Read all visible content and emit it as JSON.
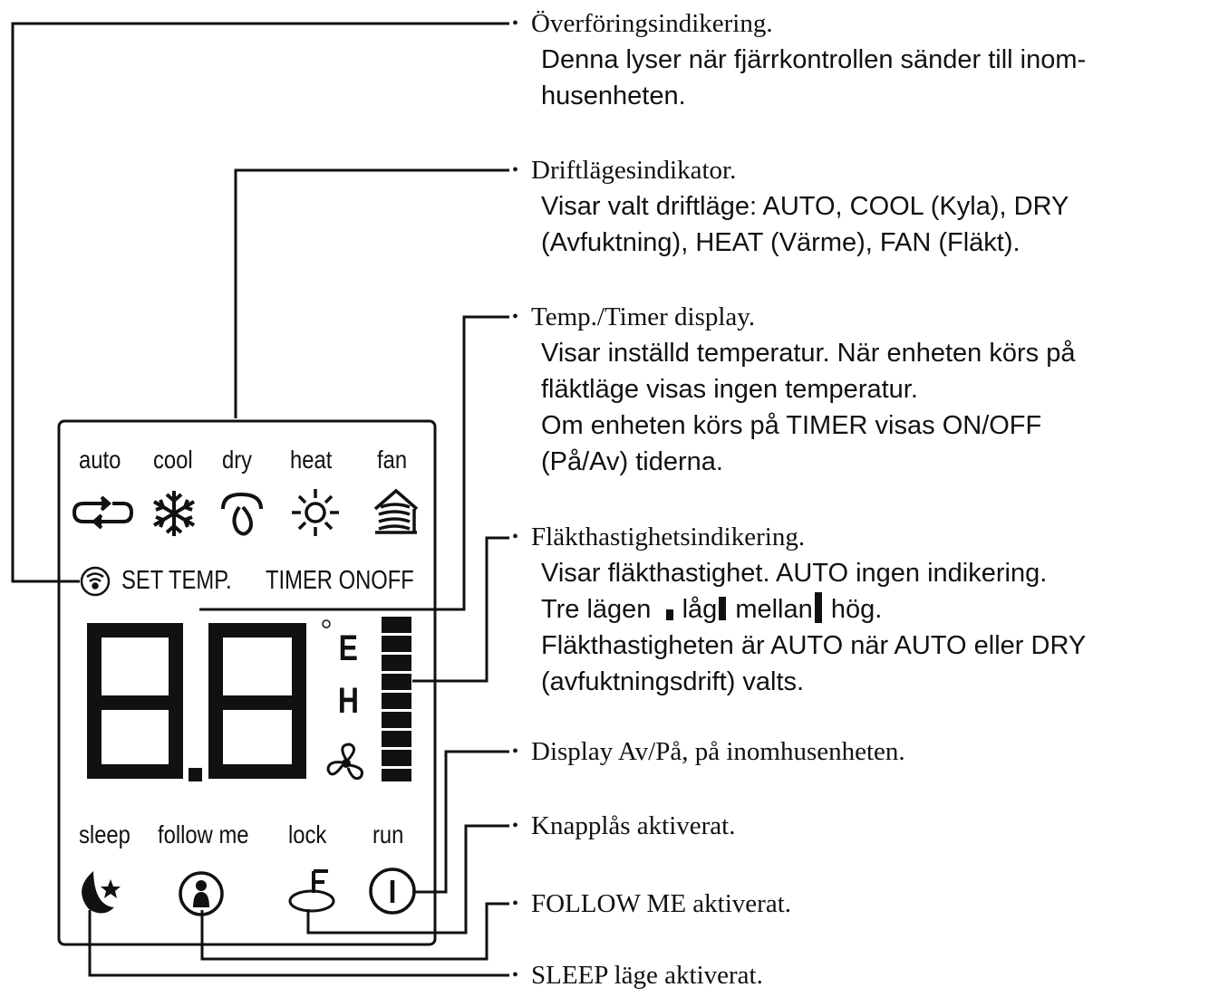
{
  "lcd": {
    "modes": [
      {
        "label": "auto",
        "icon": "auto-cycle-icon"
      },
      {
        "label": "cool",
        "icon": "snowflake-icon"
      },
      {
        "label": "dry",
        "icon": "droplet-icon"
      },
      {
        "label": "heat",
        "icon": "sun-icon"
      },
      {
        "label": "fan",
        "icon": "fan-house-icon"
      }
    ],
    "set_temp_label": "SET TEMP.",
    "timer_label": "TIMER ONOFF",
    "digits": "8.8",
    "fan_speed_letters": [
      "E",
      "H"
    ],
    "bottom": [
      {
        "label": "sleep",
        "icon": "moon-star-icon"
      },
      {
        "label": "follow me",
        "icon": "person-icon"
      },
      {
        "label": "lock",
        "icon": "lock-icon"
      },
      {
        "label": "run",
        "icon": "power-icon"
      }
    ]
  },
  "callouts": [
    {
      "title": "Överföringsindikering.",
      "desc": [
        "Denna lyser när fjärrkontrollen sänder till inom-",
        "husenheten."
      ]
    },
    {
      "title": "Driftlägesindikator.",
      "desc": [
        "Visar valt driftläge: AUTO, COOL (Kyla), DRY",
        "(Avfuktning), HEAT (Värme), FAN (Fläkt)."
      ]
    },
    {
      "title": "Temp./Timer display.",
      "desc": [
        "Visar inställd temperatur. När enheten körs på",
        "fläktläge visas ingen temperatur.",
        "Om enheten körs på TIMER visas ON/OFF",
        "(På/Av) tiderna."
      ]
    },
    {
      "title": "Fläkthastighetsindikering.",
      "desc": [
        "Visar fläkthastighet. AUTO ingen indikering.",
        "Fläkthastigheten är AUTO när AUTO eller DRY",
        "(avfuktningsdrift) valts."
      ],
      "speeds": {
        "prefix": "Tre lägen",
        "low": "låg",
        "mid": "mellan",
        "high": "hög."
      }
    },
    {
      "title": "Display Av/På, på inomhusenheten.",
      "desc": []
    },
    {
      "title": "Knapplås aktiverat.",
      "desc": []
    },
    {
      "title": "FOLLOW ME aktiverat.",
      "desc": []
    },
    {
      "title": "SLEEP läge aktiverat.",
      "desc": []
    }
  ]
}
